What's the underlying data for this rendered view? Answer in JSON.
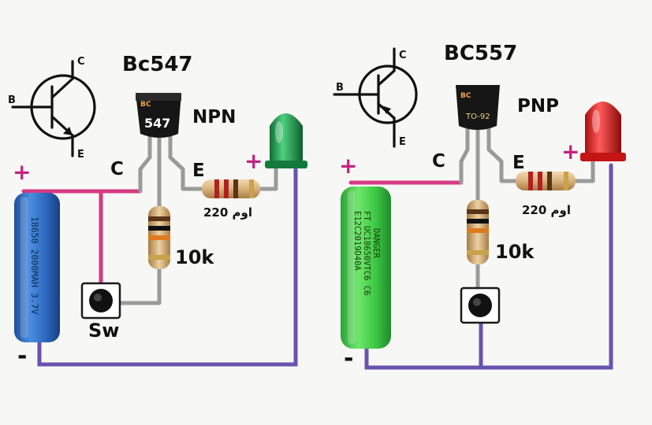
{
  "npn": {
    "title": "Bc547",
    "type_label": "NPN",
    "package_top": "BC",
    "package_marking": "547",
    "symbol_pins": {
      "b": "B",
      "c": "C",
      "e": "E"
    },
    "pin_c": "C",
    "pin_e": "E",
    "plus_battery": "+",
    "plus_led": "+",
    "minus": "-",
    "resistor_base": "10k",
    "resistor_led": "220 اوم",
    "switch_label": "Sw",
    "battery_text": [
      "18650  2000MAH  3.7V"
    ],
    "led_color": "#1f9b4a"
  },
  "pnp": {
    "title": "BC557",
    "type_label": "PNP",
    "package_top": "BC",
    "package_marking": "TO-92",
    "symbol_pins": {
      "b": "B",
      "c": "C",
      "e": "E"
    },
    "pin_c": "C",
    "pin_e": "E",
    "plus_battery": "+",
    "plus_led": "+",
    "minus": "-",
    "resistor_base": "10k",
    "resistor_led": "220 اوم",
    "battery_text": [
      "FT UC18650VTC6 C6",
      "E12C2019D40A",
      "DANGER"
    ],
    "led_color": "#e01f1f"
  },
  "colors": {
    "wire_positive": "#d63a82",
    "wire_negative": "#6a52b0",
    "battery_npn": "#2f6fc4",
    "battery_pnp": "#3fcf4a"
  }
}
